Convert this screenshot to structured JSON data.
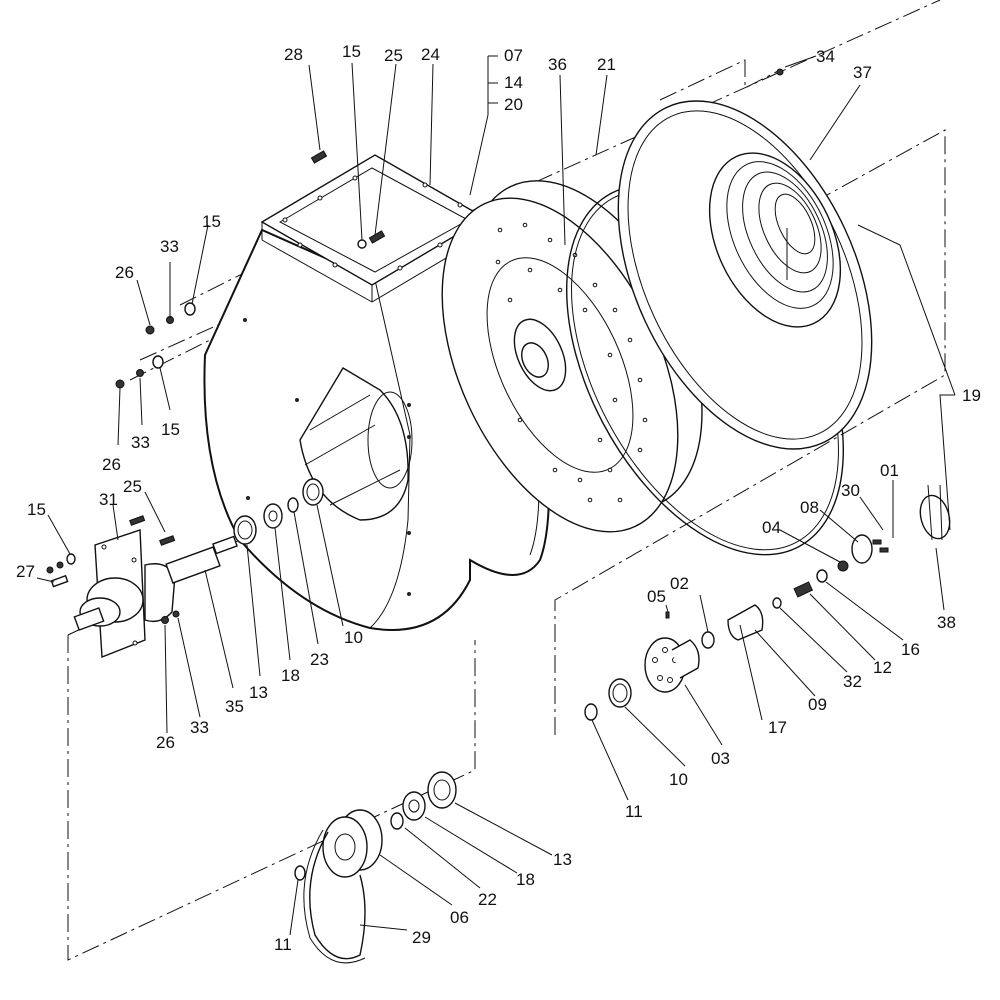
{
  "diagram": {
    "title": "Blower assembly exploded parts view",
    "colors": {
      "line": "#111111",
      "background": "#ffffff"
    },
    "callouts": [
      {
        "id": "c28a",
        "text": "28"
      },
      {
        "id": "c15a",
        "text": "15"
      },
      {
        "id": "c25a",
        "text": "25"
      },
      {
        "id": "c24",
        "text": "24"
      },
      {
        "id": "c07",
        "text": "07"
      },
      {
        "id": "c14",
        "text": "14"
      },
      {
        "id": "c20",
        "text": "20"
      },
      {
        "id": "c36",
        "text": "36"
      },
      {
        "id": "c21",
        "text": "21"
      },
      {
        "id": "c34",
        "text": "34"
      },
      {
        "id": "c37",
        "text": "37"
      },
      {
        "id": "c26a",
        "text": "26"
      },
      {
        "id": "c33a",
        "text": "33"
      },
      {
        "id": "c15b",
        "text": "15"
      },
      {
        "id": "c26b",
        "text": "26"
      },
      {
        "id": "c33b",
        "text": "33"
      },
      {
        "id": "c15c",
        "text": "15"
      },
      {
        "id": "c19",
        "text": "19"
      },
      {
        "id": "c15d",
        "text": "15"
      },
      {
        "id": "c31",
        "text": "31"
      },
      {
        "id": "c25b",
        "text": "25"
      },
      {
        "id": "c27",
        "text": "27"
      },
      {
        "id": "c13a",
        "text": "13"
      },
      {
        "id": "c18a",
        "text": "18"
      },
      {
        "id": "c23",
        "text": "23"
      },
      {
        "id": "c10a",
        "text": "10"
      },
      {
        "id": "c35",
        "text": "35"
      },
      {
        "id": "c26c",
        "text": "26"
      },
      {
        "id": "c33c",
        "text": "33"
      },
      {
        "id": "c01",
        "text": "01"
      },
      {
        "id": "c30",
        "text": "30"
      },
      {
        "id": "c08",
        "text": "08"
      },
      {
        "id": "c04",
        "text": "04"
      },
      {
        "id": "c38",
        "text": "38"
      },
      {
        "id": "c05",
        "text": "05"
      },
      {
        "id": "c02",
        "text": "02"
      },
      {
        "id": "c16",
        "text": "16"
      },
      {
        "id": "c12",
        "text": "12"
      },
      {
        "id": "c32",
        "text": "32"
      },
      {
        "id": "c09",
        "text": "09"
      },
      {
        "id": "c17",
        "text": "17"
      },
      {
        "id": "c03",
        "text": "03"
      },
      {
        "id": "c10b",
        "text": "10"
      },
      {
        "id": "c11a",
        "text": "11"
      },
      {
        "id": "c13b",
        "text": "13"
      },
      {
        "id": "c18b",
        "text": "18"
      },
      {
        "id": "c22",
        "text": "22"
      },
      {
        "id": "c06",
        "text": "06"
      },
      {
        "id": "c29",
        "text": "29"
      },
      {
        "id": "c11b",
        "text": "11"
      }
    ]
  }
}
